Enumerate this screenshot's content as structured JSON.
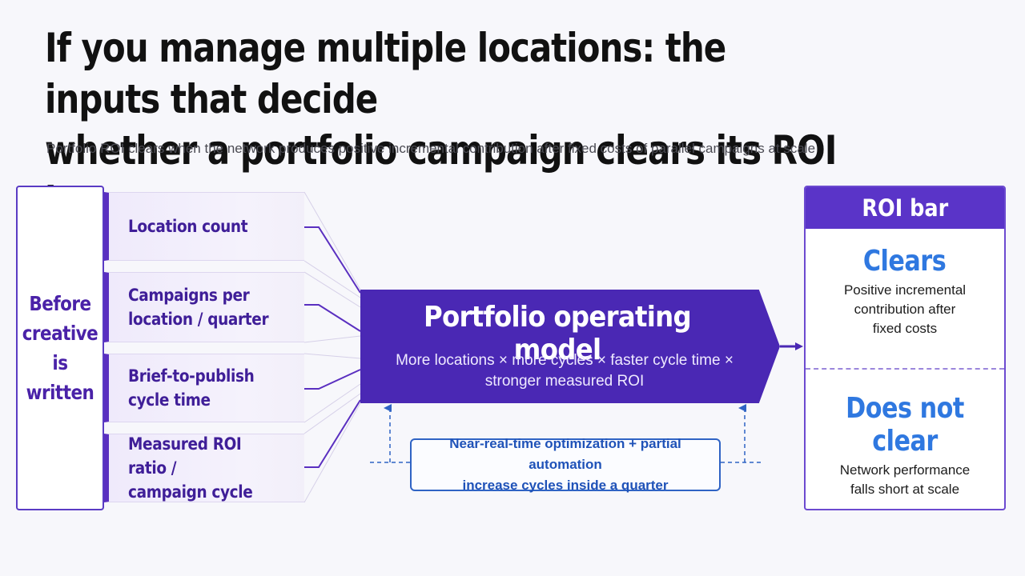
{
  "headline": "If you manage multiple locations: the inputs that decide\nwhether a portfolio campaign clears its ROI bar",
  "subtitle": "Portfolio ROI clears when the network produces positive incremental contribution after fixed costs of parallel campaigns at scale",
  "before_box": {
    "label": "Before\ncreative is\nwritten"
  },
  "inputs": [
    {
      "label": "Location count"
    },
    {
      "label": "Campaigns per\nlocation / quarter"
    },
    {
      "label": "Brief-to-publish\ncycle time"
    },
    {
      "label": "Measured ROI ratio /\ncampaign cycle"
    }
  ],
  "model": {
    "title": "Portfolio operating model",
    "description": "More locations × more cycles × faster cycle time × stronger measured ROI"
  },
  "optimization": {
    "label": "Near-real-time optimization + partial automation\nincrease cycles inside a quarter"
  },
  "roi_bar": {
    "title": "ROI bar",
    "clears": {
      "label": "Clears",
      "description": "Positive incremental\ncontribution after\nfixed costs"
    },
    "not_clear": {
      "label": "Does not clear",
      "description": "Network performance\nfalls short at scale"
    }
  },
  "colors": {
    "accent_purple": "#4a28b4",
    "input_text": "#3f1e98",
    "roi_blue": "#2f78e0",
    "feedback_blue": "#2f63c4"
  }
}
